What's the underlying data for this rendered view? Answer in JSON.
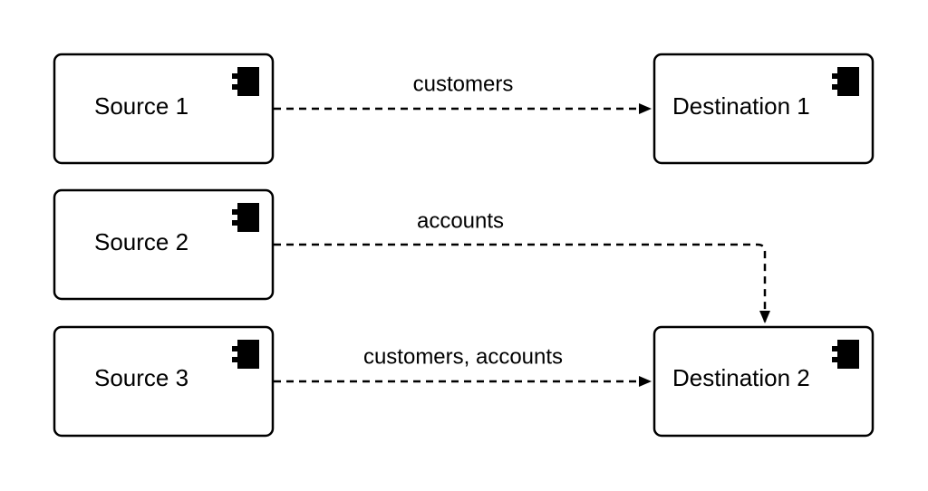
{
  "nodes": {
    "source1": {
      "label": "Source 1",
      "icon": "component-icon"
    },
    "source2": {
      "label": "Source 2",
      "icon": "component-icon"
    },
    "source3": {
      "label": "Source 3",
      "icon": "component-icon"
    },
    "destination1": {
      "label": "Destination 1",
      "icon": "component-icon"
    },
    "destination2": {
      "label": "Destination 2",
      "icon": "component-icon"
    }
  },
  "edges": [
    {
      "from": "Source 1",
      "to": "Destination 1",
      "label": "customers"
    },
    {
      "from": "Source 2",
      "to": "Destination 2",
      "label": "accounts"
    },
    {
      "from": "Source 3",
      "to": "Destination 2",
      "label": "customers, accounts"
    }
  ],
  "style": {
    "stroke_color": "#000000",
    "background": "#ffffff"
  }
}
